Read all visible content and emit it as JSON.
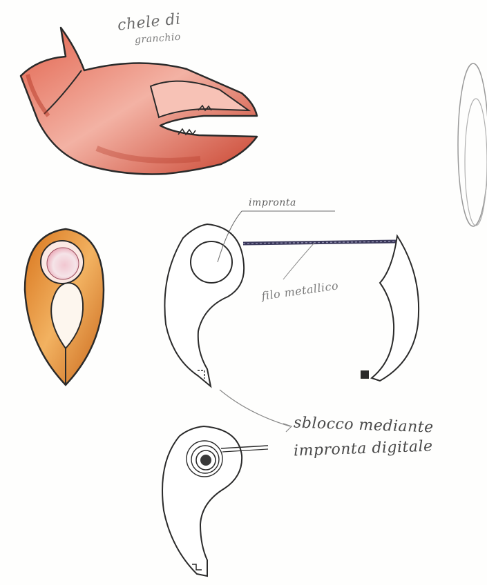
{
  "sketch": {
    "title_line1": "chele di",
    "title_line2": "granchio",
    "label_impronta": "impronta",
    "label_filo": "filo metallico",
    "label_sblocco_line1": "sblocco mediante",
    "label_sblocco_line2": "impronta digitale"
  },
  "colors": {
    "paper": "#fefefd",
    "claw_red": "#d9533f",
    "claw_orange": "#e08a2e",
    "ink": "#2a2a2a",
    "wire": "#3c3a5c"
  }
}
